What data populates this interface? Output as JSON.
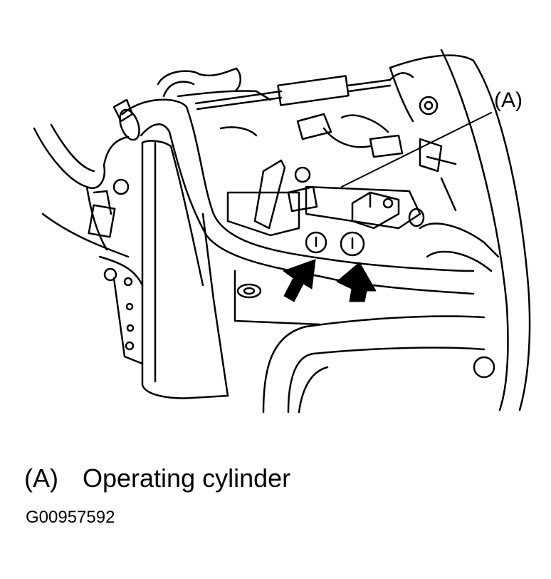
{
  "figure": {
    "callout": "(A)",
    "legend": [
      {
        "key": "(A)",
        "text": "Operating cylinder"
      }
    ],
    "figure_id": "G00957592"
  }
}
